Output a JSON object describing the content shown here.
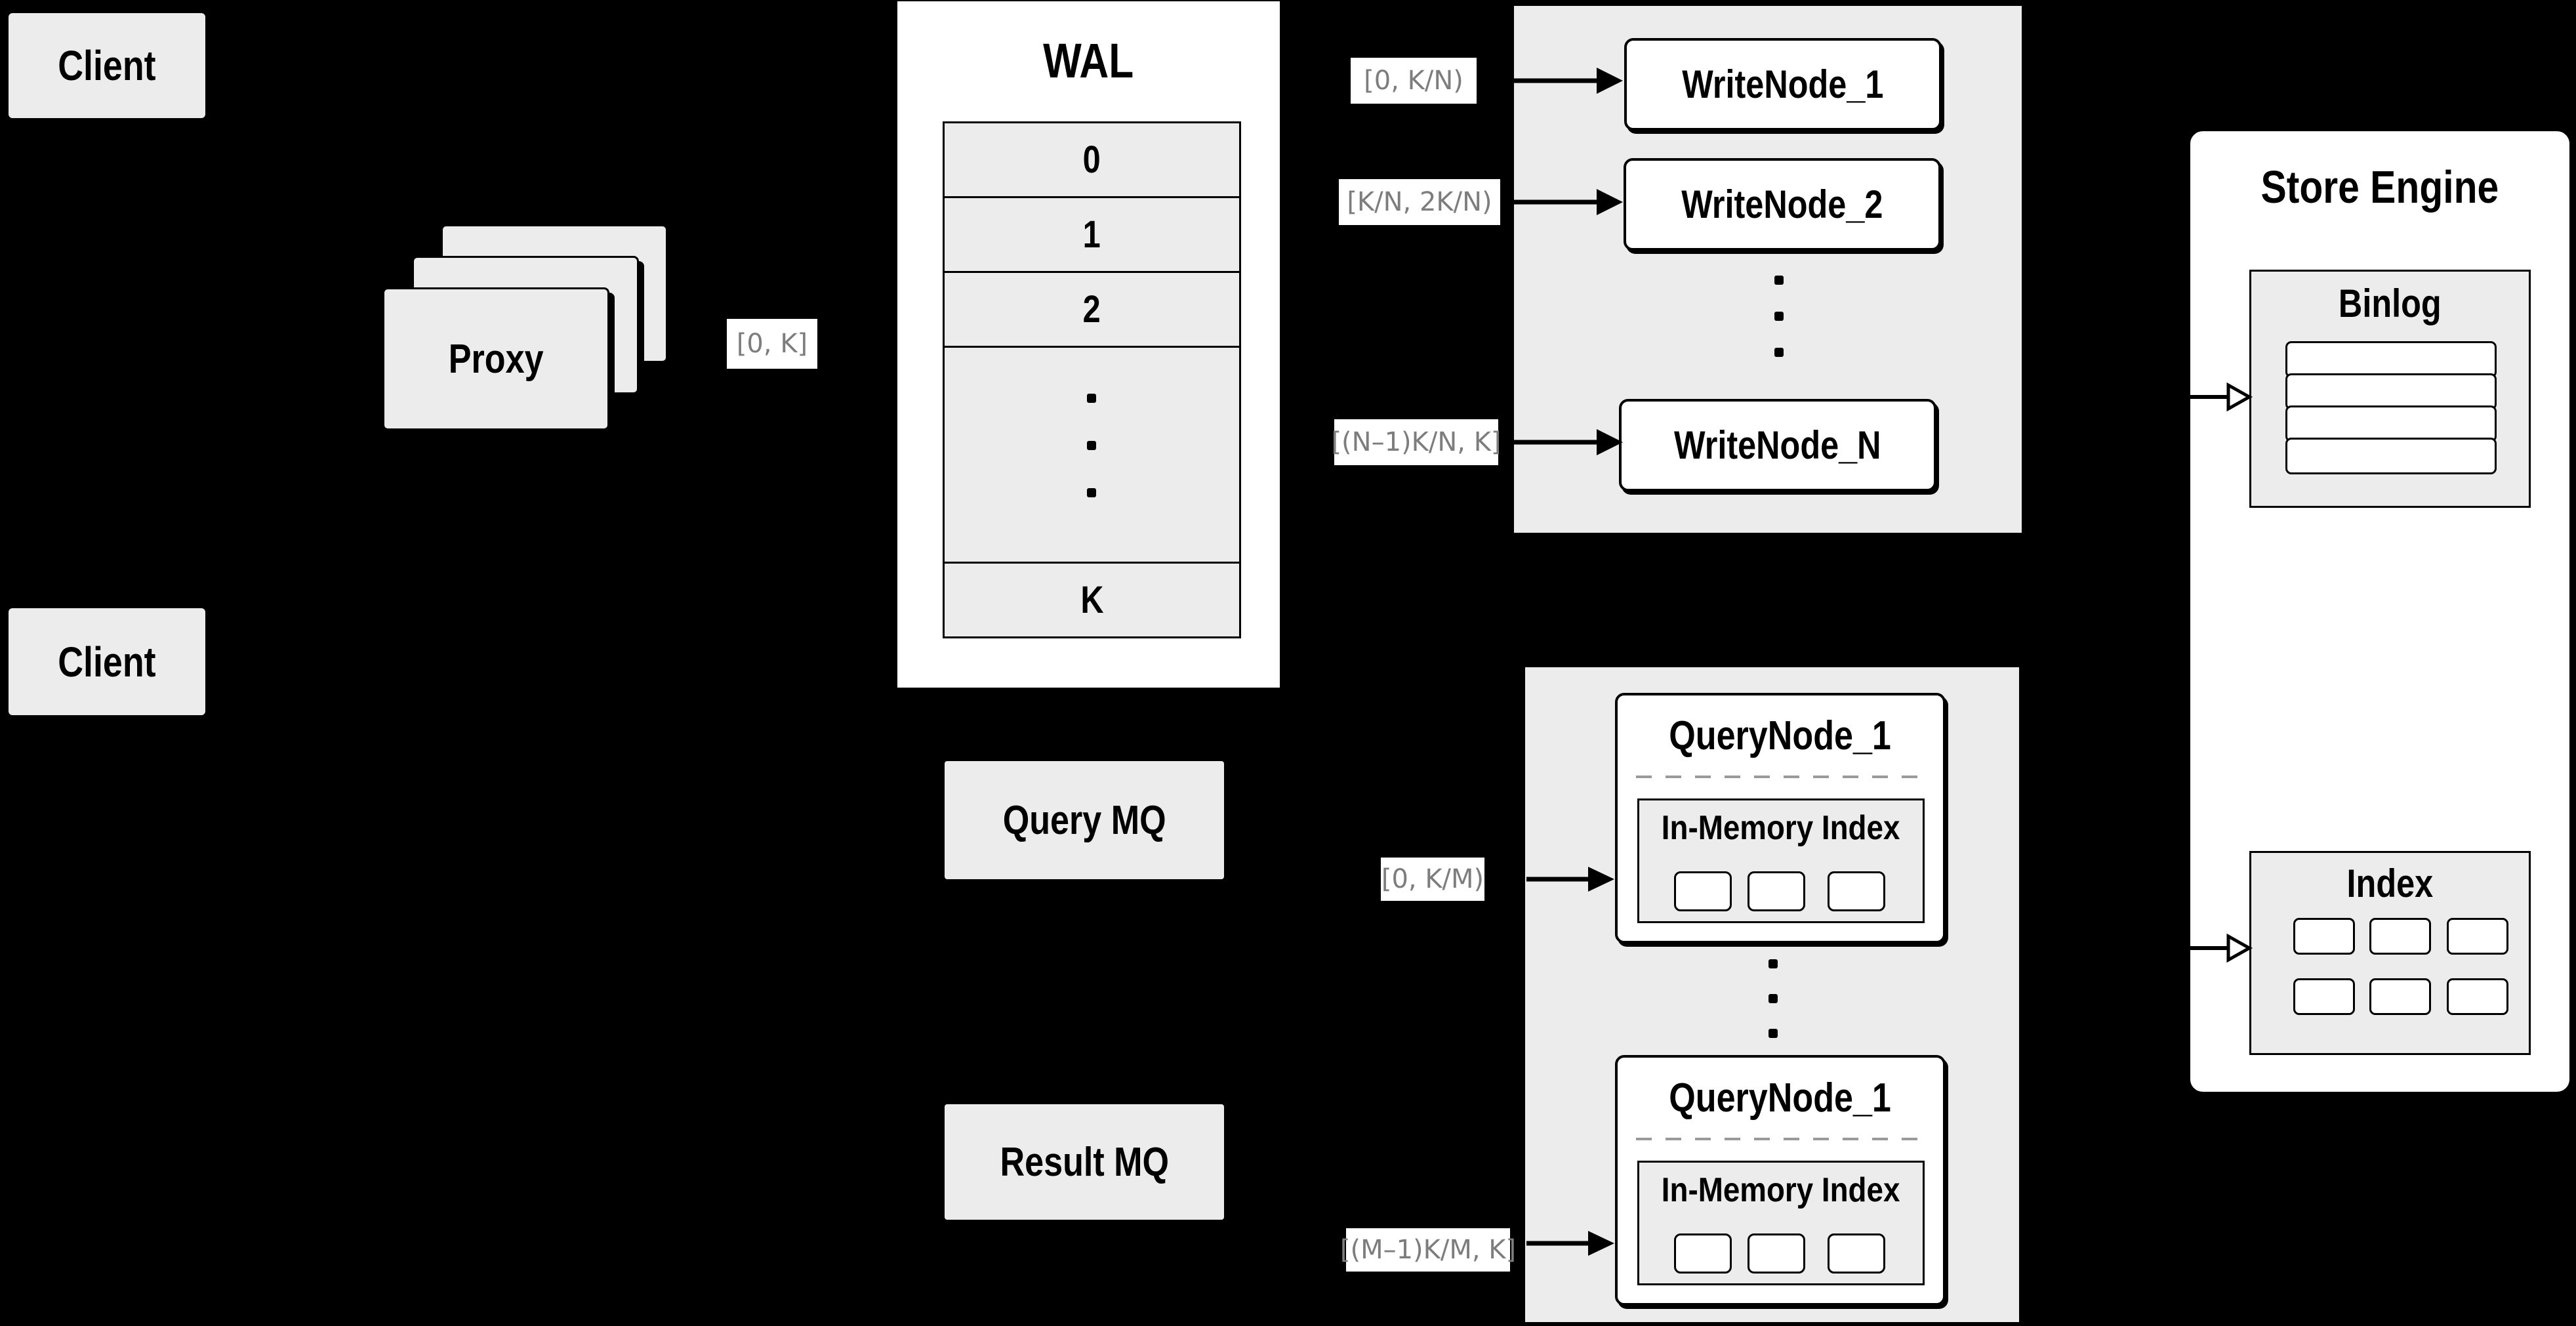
{
  "colors": {
    "background": "#000000",
    "panel_gray": "#ececec",
    "node_white": "#ffffff",
    "line_black": "#000000",
    "range_label_gray": "#7d7d7d"
  },
  "clients": {
    "top": "Client",
    "bottom": "Client"
  },
  "proxy": {
    "label": "Proxy",
    "range": "[0, K]"
  },
  "wal": {
    "title": "WAL",
    "slots": [
      "0",
      "1",
      "2"
    ],
    "last_slot": "K"
  },
  "write_group": {
    "ranges": [
      "[0, K/N)",
      "[K/N, 2K/N)",
      "[(N–1)K/N, K]"
    ],
    "nodes": [
      "WriteNode_1",
      "WriteNode_2",
      "WriteNode_N"
    ]
  },
  "mq": {
    "query": "Query MQ",
    "result": "Result MQ"
  },
  "query_group": {
    "ranges": [
      "[0, K/M)",
      "[(M–1)K/M, K]"
    ],
    "nodes": [
      {
        "title": "QueryNode_1",
        "memory_index": "In-Memory Index"
      },
      {
        "title": "QueryNode_1",
        "memory_index": "In-Memory Index"
      }
    ]
  },
  "store_engine": {
    "title": "Store Engine",
    "binlog_title": "Binlog",
    "index_title": "Index"
  }
}
